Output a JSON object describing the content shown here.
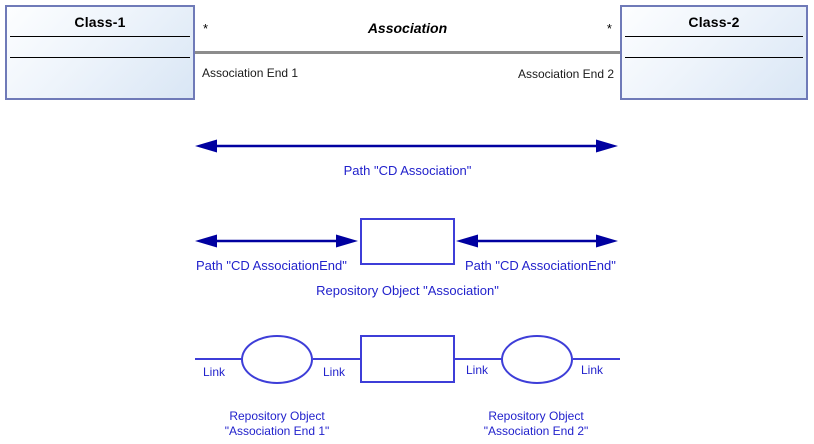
{
  "uml": {
    "class1": {
      "title": "Class-1"
    },
    "class2": {
      "title": "Class-2"
    },
    "association": {
      "name": "Association",
      "mult_left": "*",
      "mult_right": "*",
      "end1": "Association End 1",
      "end2": "Association End 2"
    }
  },
  "paths": {
    "cd_association": "Path \"CD Association\"",
    "cd_association_end_left": "Path \"CD AssociationEnd\"",
    "cd_association_end_right": "Path \"CD AssociationEnd\"",
    "repo_association": "Repository Object \"Association\""
  },
  "links": {
    "labels": [
      "Link",
      "Link",
      "Link",
      "Link"
    ],
    "repo_end1": {
      "line1": "Repository Object",
      "line2": "\"Association End 1\""
    },
    "repo_end2": {
      "line1": "Repository Object",
      "line2": "\"Association End 2\""
    }
  },
  "colors": {
    "arrow": "#0000a0",
    "shape_outline": "#3e3ed8",
    "blue_text": "#2222cc",
    "class_border": "#6f7ab8",
    "class_fill_top": "#fdfeff",
    "class_fill_bottom": "#d9e6f5",
    "association_line": "#8c8c8c"
  }
}
